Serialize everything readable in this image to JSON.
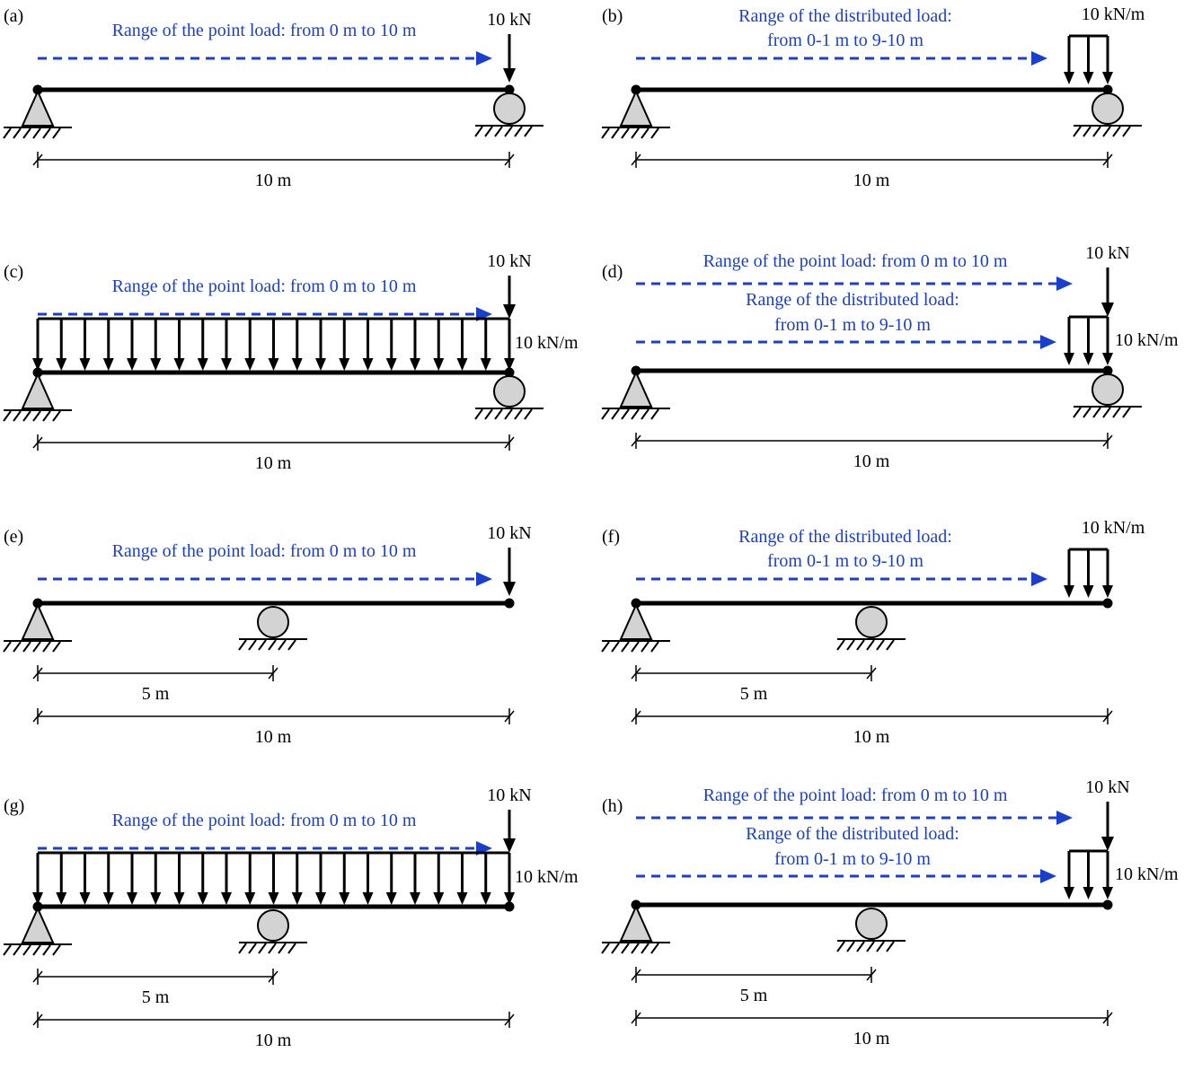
{
  "colors": {
    "range_arrow": "#1a3fcf",
    "range_text": "#1a3fcf",
    "support_fill": "#d3d3d3",
    "ink": "#000000"
  },
  "texts": {
    "point_range": "Range of the point load: from 0 m to 10 m",
    "dist_range_1": "Range of the distributed load:",
    "dist_range_2": "from 0-1 m to 9-10 m",
    "point_load": "10 kN",
    "dist_load": "10 kN/m",
    "span_10": "10 m",
    "span_5": "5 m"
  },
  "panels": [
    {
      "label": "(a)",
      "point_range": true,
      "dist_range": false,
      "point_load": true,
      "dist_segment": false,
      "full_udl": false,
      "mid_support": false
    },
    {
      "label": "(b)",
      "point_range": false,
      "dist_range": true,
      "point_load": false,
      "dist_segment": true,
      "full_udl": false,
      "mid_support": false
    },
    {
      "label": "(c)",
      "point_range": true,
      "dist_range": false,
      "point_load": true,
      "dist_segment": false,
      "full_udl": true,
      "mid_support": false
    },
    {
      "label": "(d)",
      "point_range": true,
      "dist_range": true,
      "point_load": true,
      "dist_segment": true,
      "full_udl": false,
      "mid_support": false
    },
    {
      "label": "(e)",
      "point_range": true,
      "dist_range": false,
      "point_load": true,
      "dist_segment": false,
      "full_udl": false,
      "mid_support": true
    },
    {
      "label": "(f)",
      "point_range": false,
      "dist_range": true,
      "point_load": false,
      "dist_segment": true,
      "full_udl": false,
      "mid_support": true
    },
    {
      "label": "(g)",
      "point_range": true,
      "dist_range": false,
      "point_load": true,
      "dist_segment": false,
      "full_udl": true,
      "mid_support": true
    },
    {
      "label": "(h)",
      "point_range": true,
      "dist_range": true,
      "point_load": true,
      "dist_segment": true,
      "full_udl": false,
      "mid_support": true
    }
  ]
}
